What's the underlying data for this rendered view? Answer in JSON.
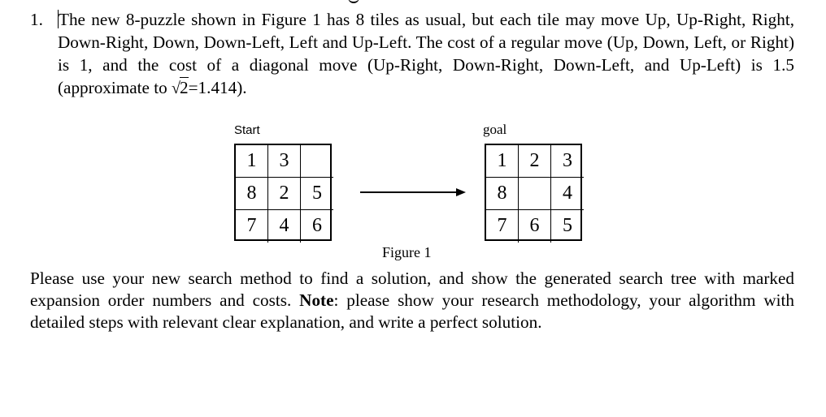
{
  "problem": {
    "number": "1.",
    "before_sqrt": "The new 8-puzzle shown in Figure 1 has 8 tiles as usual, but each tile may move Up, Up-Right, Right, Down-Right, Down, Down-Left, Left and Up-Left. The cost of a regular move (Up, Down, Left, or Right) is 1, and the cost of a diagonal move (Up-Right, Down-Right, Down-Left, and Up-Left) is 1.5 (approximate to ",
    "radical": "√",
    "radicand": "2",
    "after_sqrt": "=1.414)."
  },
  "figure": {
    "start_label": "Start",
    "goal_label": "goal",
    "start_tiles": [
      "1",
      "3",
      "",
      "8",
      "2",
      "5",
      "7",
      "4",
      "6"
    ],
    "goal_tiles": [
      "1",
      "2",
      "3",
      "8",
      "",
      "4",
      "7",
      "6",
      "5"
    ],
    "caption": "Figure 1"
  },
  "instruction": {
    "part1": "Please use your new search method to find a solution, and show the generated search tree with marked expansion order numbers and costs. ",
    "note_label": "Note",
    "part2": ": please show your research methodology, your algorithm with detailed steps with relevant clear explanation, and write a perfect solution."
  }
}
